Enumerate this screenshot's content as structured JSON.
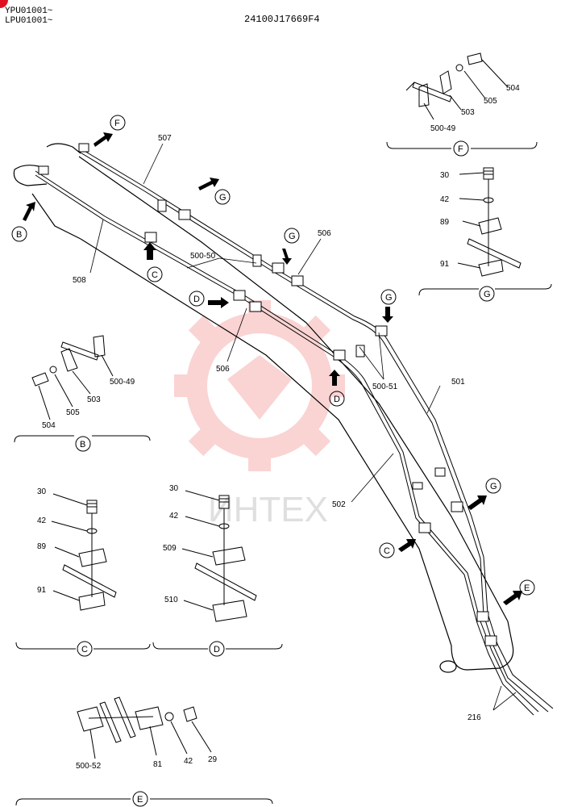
{
  "header": {
    "serial_1": "YPU01001~",
    "serial_2": "LPU01001~",
    "document_number": "24100J17669F4"
  },
  "watermark": {
    "text": "ИНТЕХ",
    "color": "#f4b6b6"
  },
  "colors": {
    "ink": "#000000",
    "logo": "#e01020"
  },
  "parts": {
    "p29": "29",
    "p30": "30",
    "p42": "42",
    "p81": "81",
    "p89": "89",
    "p91": "91",
    "p216": "216",
    "p501": "501",
    "p502": "502",
    "p503": "503",
    "p504": "504",
    "p505": "505",
    "p506": "506",
    "p507": "507",
    "p508": "508",
    "p509": "509",
    "p510": "510",
    "p500_49": "500-49",
    "p500_50": "500-50",
    "p500_51": "500-51",
    "p500_52": "500-52"
  },
  "views": {
    "B": "B",
    "C": "C",
    "D": "D",
    "E": "E",
    "F": "F",
    "G": "G"
  }
}
